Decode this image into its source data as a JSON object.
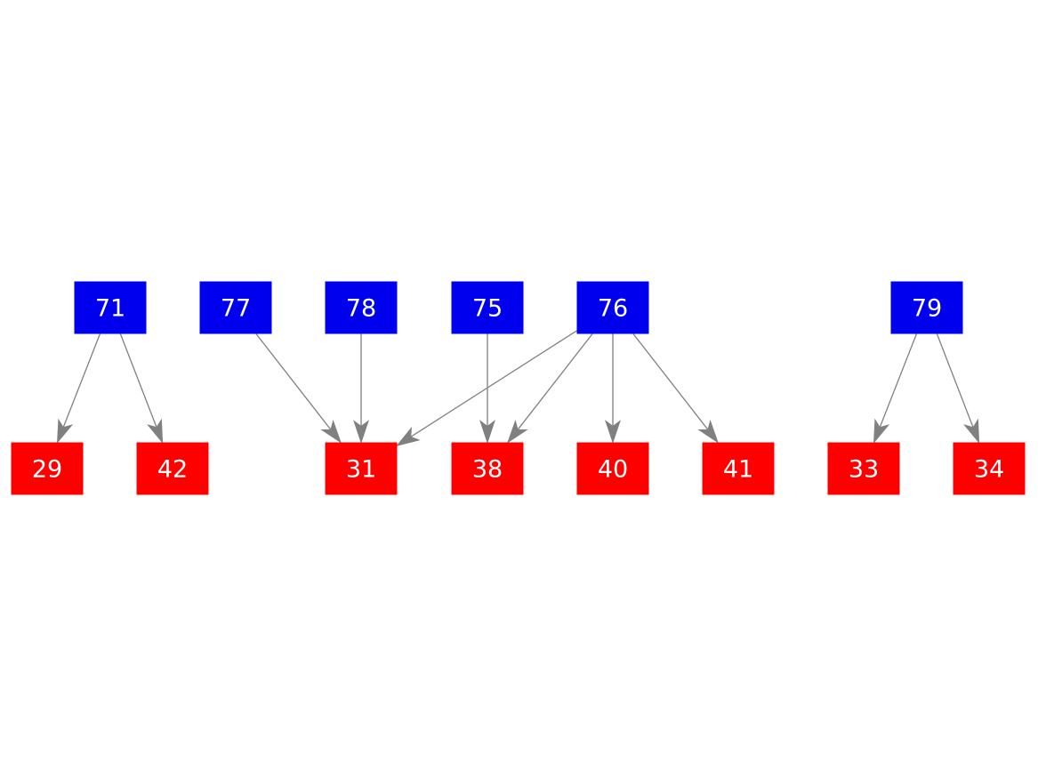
{
  "colors": {
    "source": "#0000ee",
    "target": "#ff0000",
    "edge": "#808080",
    "label": "#ffffff"
  },
  "nodes": [
    {
      "id": "71",
      "label": "71",
      "group": "source"
    },
    {
      "id": "77",
      "label": "77",
      "group": "source"
    },
    {
      "id": "78",
      "label": "78",
      "group": "source"
    },
    {
      "id": "75",
      "label": "75",
      "group": "source"
    },
    {
      "id": "76",
      "label": "76",
      "group": "source"
    },
    {
      "id": "79",
      "label": "79",
      "group": "source"
    },
    {
      "id": "29",
      "label": "29",
      "group": "target"
    },
    {
      "id": "42",
      "label": "42",
      "group": "target"
    },
    {
      "id": "31",
      "label": "31",
      "group": "target"
    },
    {
      "id": "38",
      "label": "38",
      "group": "target"
    },
    {
      "id": "40",
      "label": "40",
      "group": "target"
    },
    {
      "id": "41",
      "label": "41",
      "group": "target"
    },
    {
      "id": "33",
      "label": "33",
      "group": "target"
    },
    {
      "id": "34",
      "label": "34",
      "group": "target"
    }
  ],
  "edges": [
    {
      "from": "71",
      "to": "29"
    },
    {
      "from": "71",
      "to": "42"
    },
    {
      "from": "77",
      "to": "31"
    },
    {
      "from": "78",
      "to": "31"
    },
    {
      "from": "75",
      "to": "38"
    },
    {
      "from": "76",
      "to": "31"
    },
    {
      "from": "76",
      "to": "38"
    },
    {
      "from": "76",
      "to": "40"
    },
    {
      "from": "76",
      "to": "41"
    },
    {
      "from": "79",
      "to": "33"
    },
    {
      "from": "79",
      "to": "34"
    }
  ]
}
